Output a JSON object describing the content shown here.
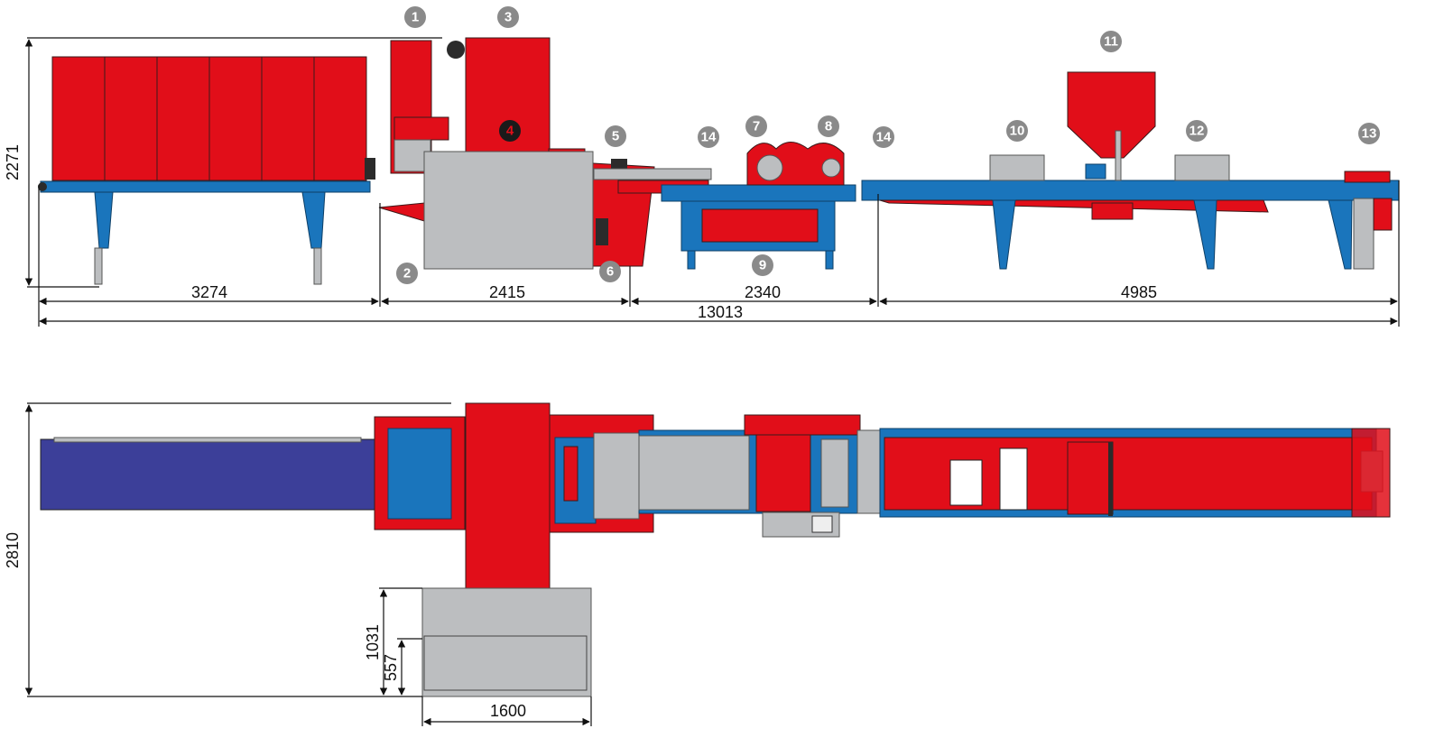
{
  "colors": {
    "machine_red": "#e10e19",
    "frame_blue": "#1a75bc",
    "cover_gray": "#bcbec0",
    "belt_navy": "#3c3f99",
    "callout_gray": "#8a8a8a"
  },
  "callouts": [
    "1",
    "2",
    "3",
    "4",
    "5",
    "6",
    "7",
    "8",
    "9",
    "10",
    "11",
    "12",
    "13",
    "14",
    "14"
  ],
  "side_view": {
    "dimensions": {
      "height": "2271",
      "section_1": "3274",
      "section_2": "2415",
      "section_3": "2340",
      "section_4": "4985",
      "total_length": "13013"
    }
  },
  "top_view": {
    "dimensions": {
      "width": "2810",
      "outfeed_length": "1031",
      "outfeed_sub": "557",
      "outfeed_width": "1600"
    }
  }
}
